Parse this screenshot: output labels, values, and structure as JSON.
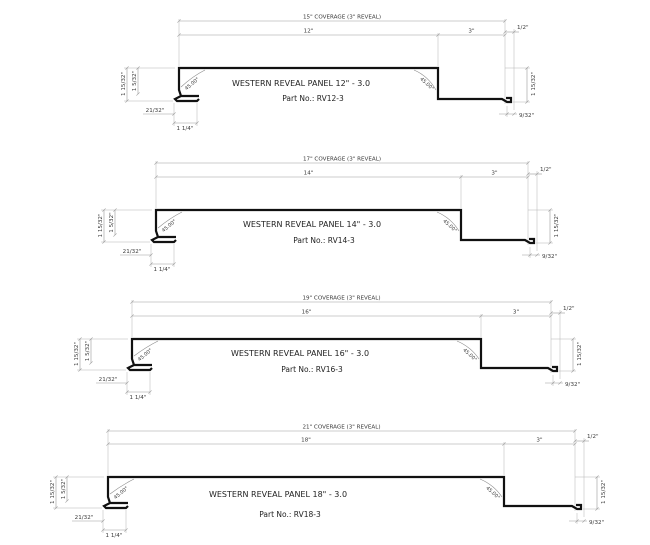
{
  "panels": [
    {
      "coverage_label": "15\" COVERAGE (3\" REVEAL)",
      "flat_label": "12\"",
      "reveal_label": "3\"",
      "half_label": "1/2\"",
      "left_height_label": "1 15/32\"",
      "inner_height_label": "1 5/32\"",
      "right_height_label": "1 15/32\"",
      "left_hem_label": "21/32\"",
      "quarter_label": "1 1/4\"",
      "right_hem_label": "9/32\"",
      "left_angle_label": "45.00°",
      "right_angle_label": "45.00°",
      "title": "WESTERN REVEAL PANEL 12\" - 3.0",
      "part_no": "Part No.: RV12-3"
    },
    {
      "coverage_label": "17\" COVERAGE (3\" REVEAL)",
      "flat_label": "14\"",
      "reveal_label": "3\"",
      "half_label": "1/2\"",
      "left_height_label": "1 15/32\"",
      "inner_height_label": "1 5/32\"",
      "right_height_label": "1 15/32\"",
      "left_hem_label": "21/32\"",
      "quarter_label": "1 1/4\"",
      "right_hem_label": "9/32\"",
      "left_angle_label": "45.00°",
      "right_angle_label": "45.00°",
      "title": "WESTERN REVEAL PANEL 14\" - 3.0",
      "part_no": "Part No.: RV14-3"
    },
    {
      "coverage_label": "19\" COVERAGE (3\" REVEAL)",
      "flat_label": "16\"",
      "reveal_label": "3\"",
      "half_label": "1/2\"",
      "left_height_label": "1 15/32\"",
      "inner_height_label": "1 5/32\"",
      "right_height_label": "1 15/32\"",
      "left_hem_label": "21/32\"",
      "quarter_label": "1 1/4\"",
      "right_hem_label": "9/32\"",
      "left_angle_label": "45.00°",
      "right_angle_label": "45.00°",
      "title": "WESTERN REVEAL PANEL 16\" - 3.0",
      "part_no": "Part No.: RV16-3"
    },
    {
      "coverage_label": "21\" COVERAGE (3\" REVEAL)",
      "flat_label": "18\"",
      "reveal_label": "3\"",
      "half_label": "1/2\"",
      "left_height_label": "1 15/32\"",
      "inner_height_label": "1 5/32\"",
      "right_height_label": "1 15/32\"",
      "left_hem_label": "21/32\"",
      "quarter_label": "1 1/4\"",
      "right_hem_label": "9/32\"",
      "left_angle_label": "45.00°",
      "right_angle_label": "45.00°",
      "title": "WESTERN REVEAL PANEL 18\" - 3.0",
      "part_no": "Part No.: RV18-3"
    }
  ]
}
